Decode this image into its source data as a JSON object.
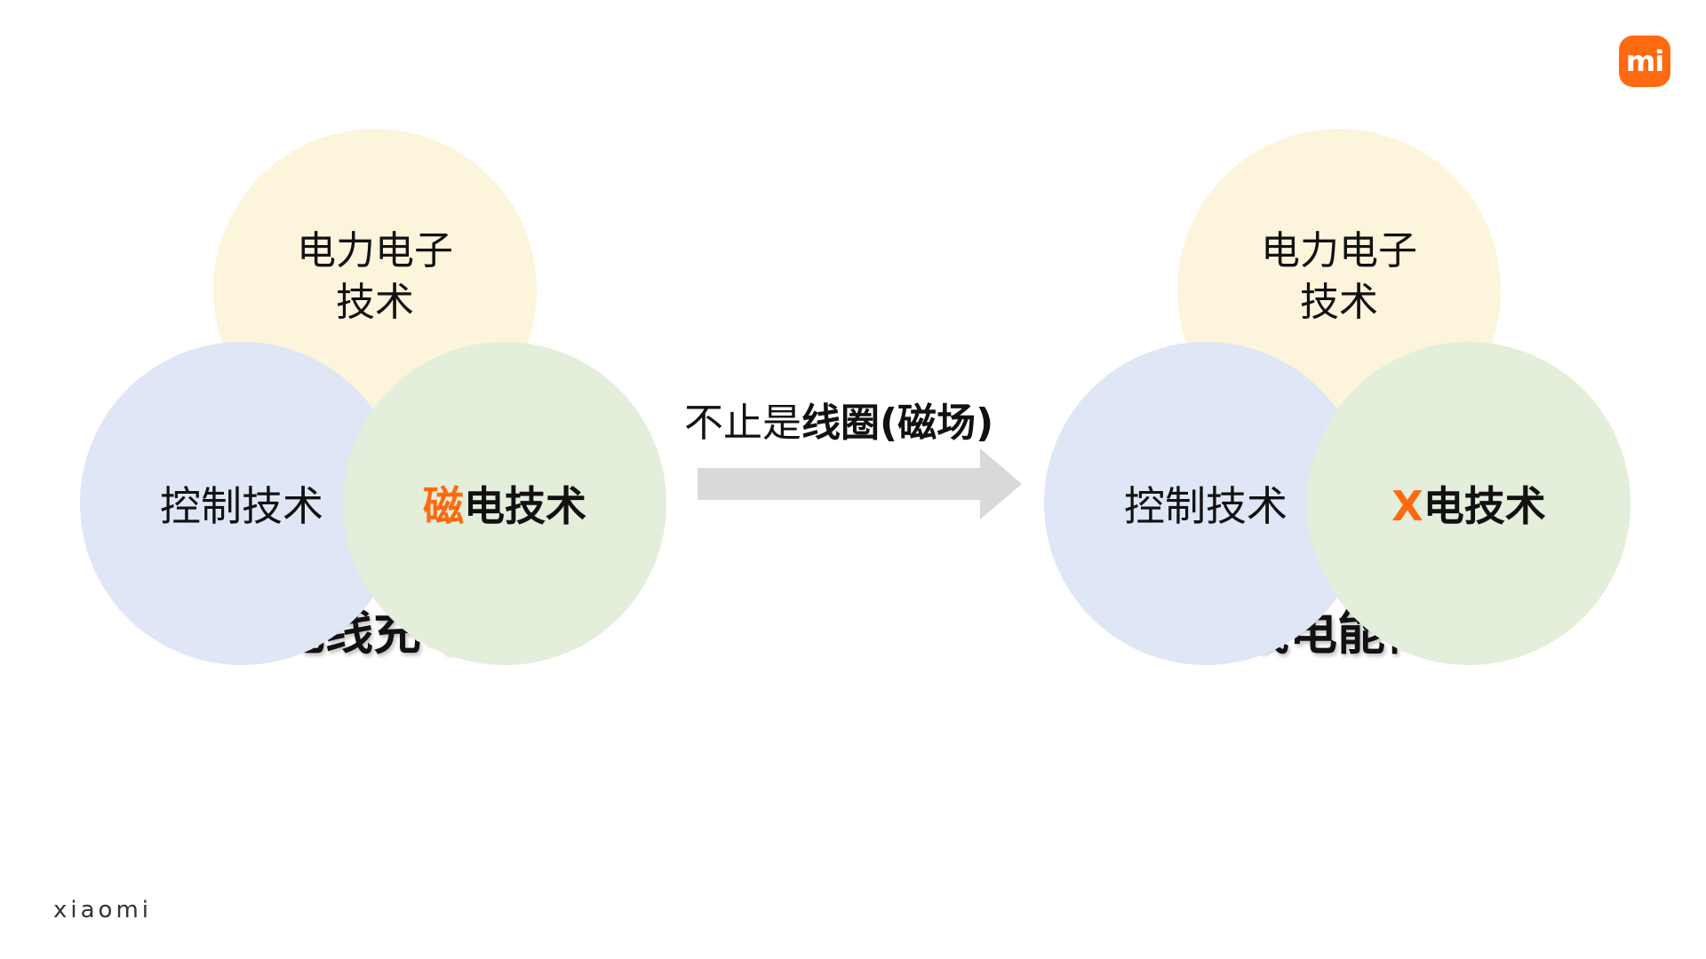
{
  "logo": {
    "text": "mi"
  },
  "left_diagram": {
    "top_line1": "电力电子",
    "top_line2": "技术",
    "bottom_left": "控制技术",
    "bottom_right_accent": "磁",
    "bottom_right_rest": "电技术",
    "caption": "无线充电"
  },
  "transition": {
    "normal": "不止是",
    "bold": "线圈(磁场)"
  },
  "right_diagram": {
    "top_line1": "电力电子",
    "top_line2": "技术",
    "bottom_left": "控制技术",
    "bottom_right_accent": "X",
    "bottom_right_rest": "电技术",
    "caption": "无线电能传输"
  },
  "brand": "xiaomi",
  "colors": {
    "accent": "#ff6a10",
    "circle_top": "#fdf4dc",
    "circle_left": "#dfe6f5",
    "circle_right": "#e3eedb",
    "arrow": "#d9d9db"
  }
}
